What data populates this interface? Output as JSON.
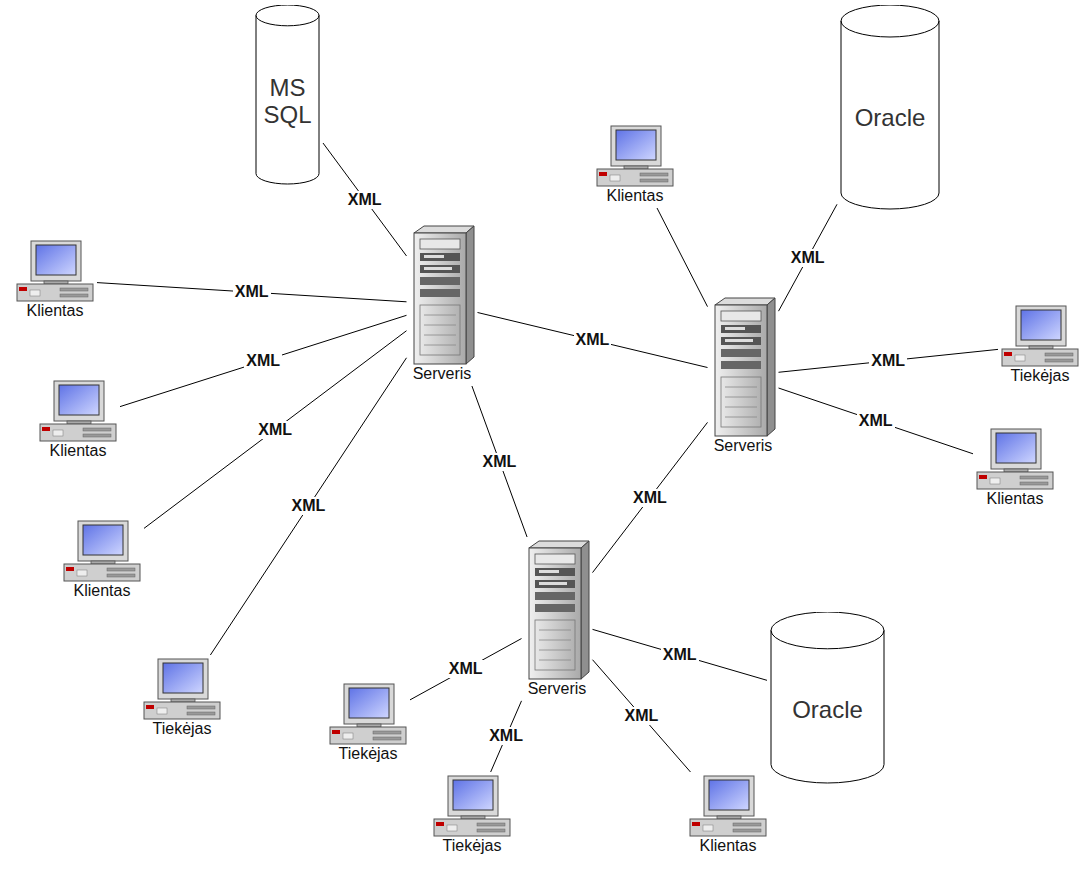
{
  "diagram": {
    "nodes": [
      {
        "text": [
          "MS SQL"
        ]
      },
      {
        "text": [
          "Oracle"
        ]
      },
      {
        "text": [
          "Klientas"
        ]
      },
      {
        "text": [
          "Klientas"
        ]
      },
      {
        "text": [
          "Serveris"
        ]
      },
      {
        "text": [
          "Serveris"
        ]
      },
      {
        "text": [
          "Tiekėjas"
        ]
      },
      {
        "text": [
          "Klientas"
        ]
      },
      {
        "text": [
          "Klientas"
        ]
      },
      {
        "text": [
          "Klientas"
        ]
      },
      {
        "text": [
          "Tiekėjas"
        ]
      },
      {
        "text": [
          "Serveris"
        ]
      },
      {
        "text": [
          "Oracle"
        ]
      },
      {
        "text": [
          "Tiekėjas"
        ]
      },
      {
        "text": [
          "Tiekėjas"
        ]
      },
      {
        "text": [
          "Klientas"
        ]
      }
    ],
    "edges": [
      {
        "from": 0,
        "to": 4,
        "label": "XML",
        "arrow": "none"
      },
      {
        "from": 3,
        "to": 4,
        "label": "XML",
        "arrow": "none"
      },
      {
        "from": 8,
        "to": 4,
        "label": "XML",
        "arrow": "none"
      },
      {
        "from": 9,
        "to": 4,
        "label": "XML",
        "arrow": "none"
      },
      {
        "from": 10,
        "to": 4,
        "label": "XML",
        "arrow": "none"
      },
      {
        "from": 4,
        "to": 5,
        "label": "XML",
        "arrow": "none"
      },
      {
        "from": 4,
        "to": 11,
        "label": "XML",
        "arrow": "none"
      },
      {
        "from": 5,
        "to": 11,
        "label": "XML",
        "arrow": "none"
      },
      {
        "from": 2,
        "to": 5,
        "arrow": "none"
      },
      {
        "from": 5,
        "to": 1,
        "label": "XML",
        "arrow": "none"
      },
      {
        "from": 5,
        "to": 6,
        "label": "XML",
        "arrow": "none"
      },
      {
        "from": 5,
        "to": 7,
        "label": "XML",
        "arrow": "none"
      },
      {
        "from": 11,
        "to": 13,
        "label": "XML",
        "arrow": "none"
      },
      {
        "from": 11,
        "to": 14,
        "label": "XML",
        "arrow": "none"
      },
      {
        "from": 11,
        "to": 15,
        "label": "XML",
        "arrow": "none"
      },
      {
        "from": 11,
        "to": 12,
        "label": "XML",
        "arrow": "none"
      }
    ]
  }
}
